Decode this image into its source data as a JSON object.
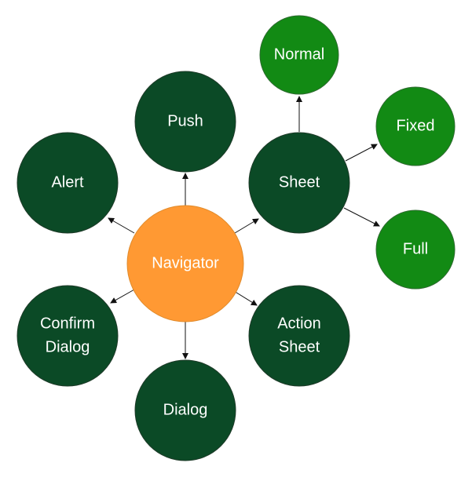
{
  "colors": {
    "center": "#ff9933",
    "primary": "#0b4a26",
    "secondary": "#128a14",
    "text": "#ffffff",
    "edge": "#111111"
  },
  "nodes": {
    "navigator": {
      "label": "Navigator"
    },
    "push": {
      "label": "Push"
    },
    "alert": {
      "label": "Alert"
    },
    "sheet": {
      "label": "Sheet"
    },
    "confirm_dialog": {
      "line1": "Confirm",
      "line2": "Dialog"
    },
    "dialog": {
      "label": "Dialog"
    },
    "action_sheet": {
      "line1": "Action",
      "line2": "Sheet"
    },
    "normal": {
      "label": "Normal"
    },
    "fixed": {
      "label": "Fixed"
    },
    "full": {
      "label": "Full"
    }
  }
}
